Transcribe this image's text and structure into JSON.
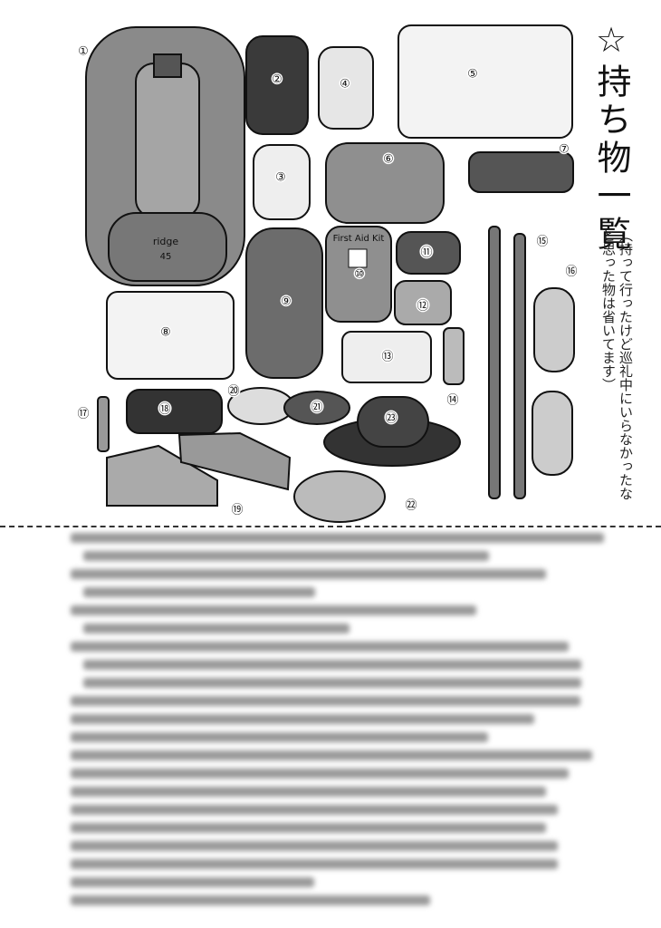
{
  "title": "☆持ち物一覧",
  "note": "（持って行ったけど巡礼中にいらなかったなと思った物は省いてます）",
  "item_labels": [
    "①",
    "②",
    "③",
    "④",
    "⑤",
    "⑥",
    "⑦",
    "⑧",
    "⑨",
    "⑩",
    "⑪",
    "⑫",
    "⑬",
    "⑭",
    "⑮",
    "⑯",
    "⑰",
    "⑱",
    "⑲",
    "⑳",
    "㉑",
    "㉒",
    "㉓"
  ],
  "backpack_text": {
    "brand": "ridge",
    "size": "45"
  },
  "first_aid_text": "First Aid Kit",
  "colors": {
    "ink": "#111111",
    "dark": "#3a3a3a",
    "mid": "#8a8a8a",
    "light": "#d8d8d8"
  },
  "body_text_blurred": true
}
